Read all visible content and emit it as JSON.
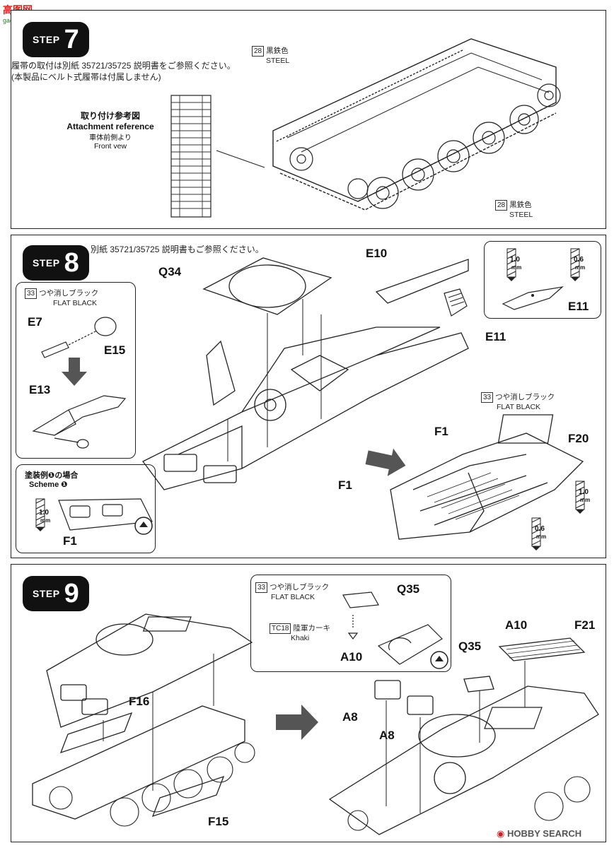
{
  "watermark": {
    "logo": "高图网",
    "url": "gao.tu.com"
  },
  "footer": {
    "brand": "HOBBY SEARCH",
    "icon": "hobby-search-logo-icon"
  },
  "step7": {
    "badge_word": "STEP",
    "badge_num": "7",
    "note_line1": "履帯の取付は別紙 35721/35725 説明書をご参照ください。",
    "note_line2": "(本製品にベルト式履帯は付属しません)",
    "ref_jp": "取り付け参考図",
    "ref_en": "Attachment reference",
    "ref_sub_jp": "車体前側より",
    "ref_sub_en": "Front vew",
    "color_top": {
      "code": "28",
      "jp": "黒鉄色",
      "en": "STEEL"
    },
    "color_bottom": {
      "code": "28",
      "jp": "黒鉄色",
      "en": "STEEL"
    }
  },
  "step8": {
    "badge_word": "STEP",
    "badge_num": "8",
    "note": "別紙 35721/35725 説明書もご参照ください。",
    "parts": {
      "q34": "Q34",
      "e10": "E10",
      "e11_inset": "E11",
      "e11": "E11",
      "e7": "E7",
      "e15": "E15",
      "e13": "E13",
      "f1_main": "F1",
      "f1_right": "F1",
      "f20": "F20",
      "f1_scheme": "F1"
    },
    "color_left": {
      "code": "33",
      "jp": "つや消しブラック",
      "en": "FLAT BLACK"
    },
    "color_right": {
      "code": "33",
      "jp": "つや消しブラック",
      "en": "FLAT BLACK"
    },
    "scheme_jp": "塗装例❶の場合",
    "scheme_en": "Scheme ❶",
    "dims": {
      "d1": "1.0",
      "d2": "0.6",
      "d3": "1.0",
      "d4": "0.6",
      "d5": "1.0",
      "unit": "mm"
    }
  },
  "step9": {
    "badge_word": "STEP",
    "badge_num": "9",
    "parts": {
      "f16": "F16",
      "f15": "F15",
      "q35_inset": "Q35",
      "a10_inset": "A10",
      "a10": "A10",
      "f21": "F21",
      "q35": "Q35",
      "a8_1": "A8",
      "a8_2": "A8"
    },
    "color1": {
      "code": "33",
      "jp": "つや消しブラック",
      "en": "FLAT BLACK"
    },
    "color2": {
      "code": "TC18",
      "jp": "陸軍カーキ",
      "en": "Khaki"
    }
  }
}
